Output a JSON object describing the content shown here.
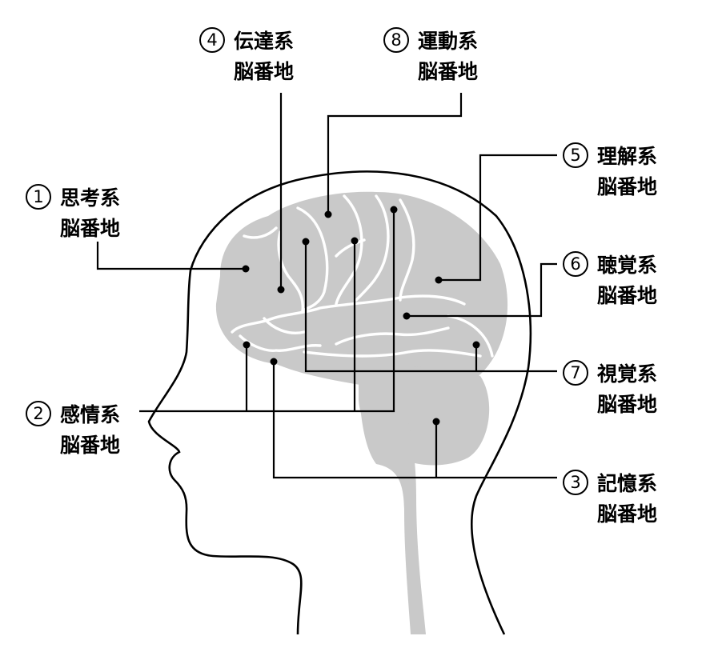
{
  "labels": [
    {
      "id": "1",
      "num": "1",
      "line1": "思考系",
      "line2": "脳番地"
    },
    {
      "id": "2",
      "num": "2",
      "line1": "感情系",
      "line2": "脳番地"
    },
    {
      "id": "3",
      "num": "3",
      "line1": "記憶系",
      "line2": "脳番地"
    },
    {
      "id": "4",
      "num": "4",
      "line1": "伝達系",
      "line2": "脳番地"
    },
    {
      "id": "5",
      "num": "5",
      "line1": "理解系",
      "line2": "脳番地"
    },
    {
      "id": "6",
      "num": "6",
      "line1": "聴覚系",
      "line2": "脳番地"
    },
    {
      "id": "7",
      "num": "7",
      "line1": "視覚系",
      "line2": "脳番地"
    },
    {
      "id": "8",
      "num": "8",
      "line1": "運動系",
      "line2": "脳番地"
    }
  ],
  "colors": {
    "brain": "#c9c9c9",
    "outline": "#000000",
    "background": "#ffffff"
  }
}
